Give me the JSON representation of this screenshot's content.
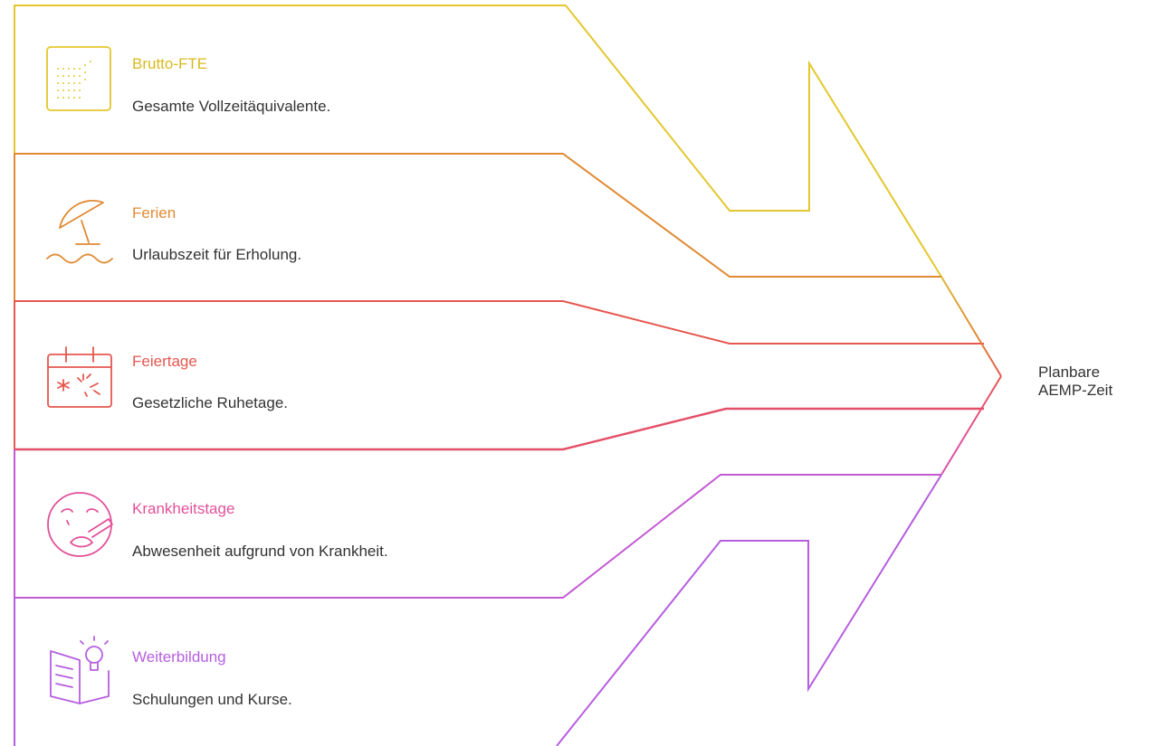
{
  "diagram": {
    "bands": [
      {
        "key": "brutto",
        "title": "Brutto-FTE",
        "description": "Gesamte Vollzeitäquivalente.",
        "color": "#e4c72e",
        "icon": "dotted-grid-icon"
      },
      {
        "key": "ferien",
        "title": "Ferien",
        "description": "Urlaubszeit für Erholung.",
        "color": "#e08a32",
        "icon": "beach-umbrella-icon"
      },
      {
        "key": "feiertage",
        "title": "Feiertage",
        "description": "Gesetzliche Ruhetage.",
        "color": "#e5574f",
        "icon": "holiday-calendar-icon"
      },
      {
        "key": "krankheit",
        "title": "Krankheitstage",
        "description": "Abwesenheit aufgrund von Krankheit.",
        "color": "#e2509a",
        "icon": "sick-face-icon"
      },
      {
        "key": "weiterbildung",
        "title": "Weiterbildung",
        "description": "Schulungen und Kurse.",
        "color": "#b65ee0",
        "icon": "book-lightbulb-icon"
      }
    ],
    "result": {
      "line1": "Planbare",
      "line2": "AEMP-Zeit"
    }
  }
}
